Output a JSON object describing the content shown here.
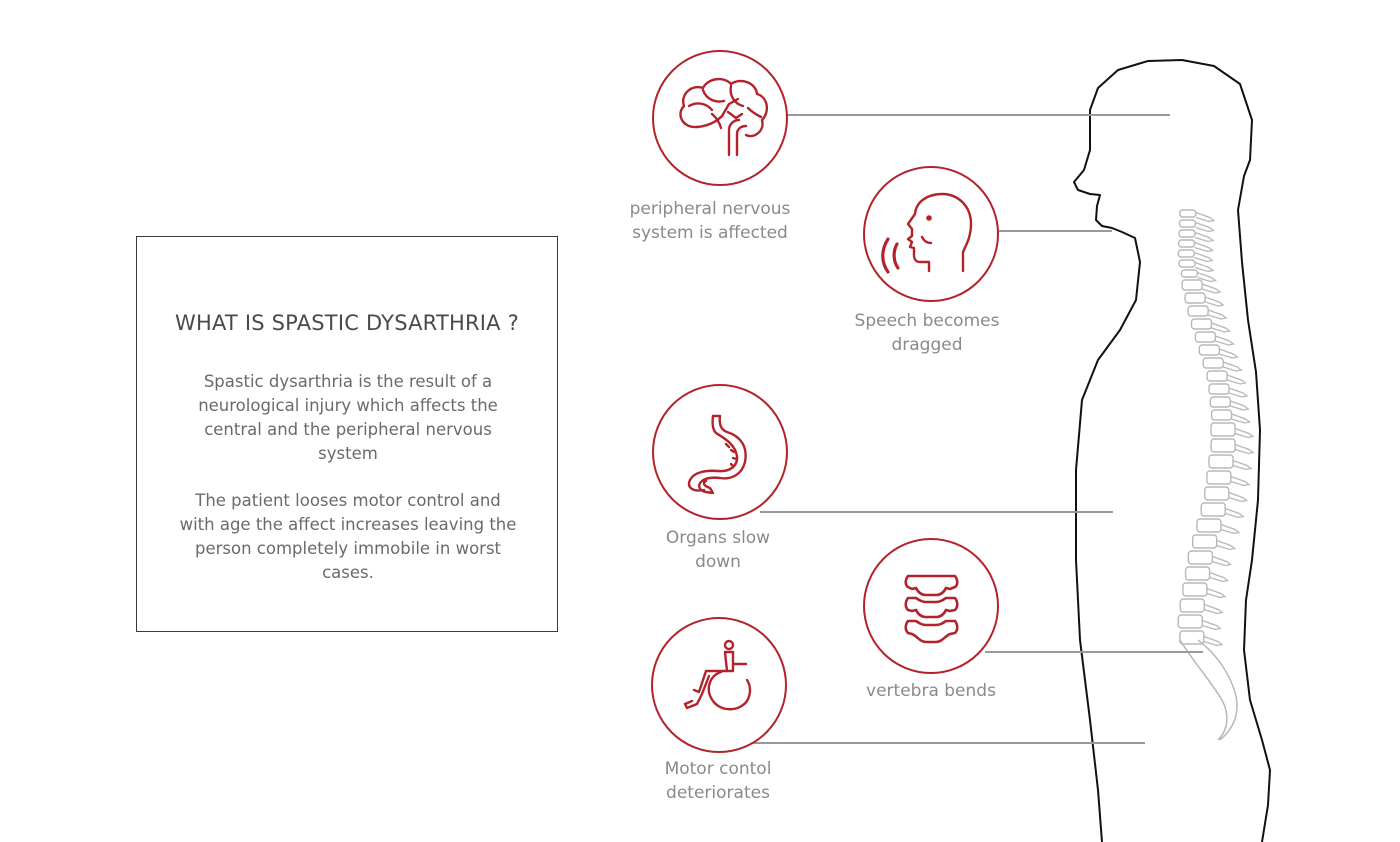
{
  "info": {
    "title": "WHAT IS SPASTIC DYSARTHRIA ?",
    "paragraph1": "Spastic dysarthria is  the result of a neurological injury which affects the central and the peripheral nervous system",
    "paragraph2": "The patient looses motor control and with age the affect increases leaving the person completely immobile in worst cases."
  },
  "symptoms": [
    {
      "icon": "brain-icon",
      "label_line1": "peripheral nervous",
      "label_line2": "system is affected"
    },
    {
      "icon": "speaking-head-icon",
      "label_line1": "Speech becomes",
      "label_line2": "dragged"
    },
    {
      "icon": "stomach-icon",
      "label_line1": "Organs slow",
      "label_line2": "down"
    },
    {
      "icon": "vertebra-icon",
      "label_line1": "vertebra bends",
      "label_line2": ""
    },
    {
      "icon": "wheelchair-icon",
      "label_line1": "Motor contol",
      "label_line2": "deteriorates"
    }
  ],
  "colors": {
    "accent": "#b3232b",
    "caption_text": "#8a8a8a",
    "connector": "#9a9a9a",
    "body_outline": "#111111",
    "spine": "#b8b8b8"
  }
}
